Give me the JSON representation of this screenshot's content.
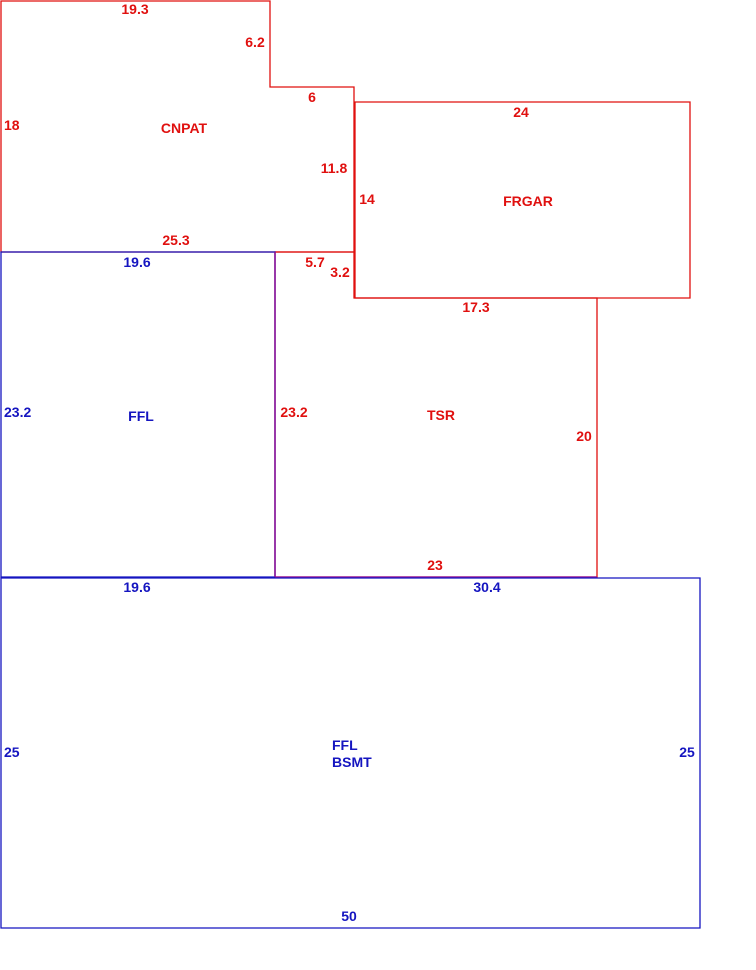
{
  "colors": {
    "red": "#e0100f",
    "blue": "#1515c0",
    "shared_wall": "#8a10a0"
  },
  "rooms": {
    "cnpat": {
      "name": "CNPAT",
      "dims": {
        "top": "19.3",
        "step_vertical": "6.2",
        "step_horizontal": "6",
        "left": "18",
        "right": "11.8",
        "bottom": "25.3"
      }
    },
    "frgar": {
      "name": "FRGAR",
      "dims": {
        "top": "24",
        "left": "14"
      }
    },
    "ffl": {
      "name": "FFL",
      "dims": {
        "top": "19.6",
        "left": "23.2",
        "bottom": "19.6"
      }
    },
    "tsr": {
      "name": "TSR",
      "dims": {
        "top_left": "5.7",
        "step_vertical": "3.2",
        "top_right": "17.3",
        "left": "23.2",
        "right": "20",
        "bottom": "23"
      }
    },
    "ffl_bsmt": {
      "name_line1": "FFL",
      "name_line2": "BSMT",
      "dims": {
        "top_right": "30.4",
        "left": "25",
        "right": "25",
        "bottom": "50"
      }
    }
  }
}
